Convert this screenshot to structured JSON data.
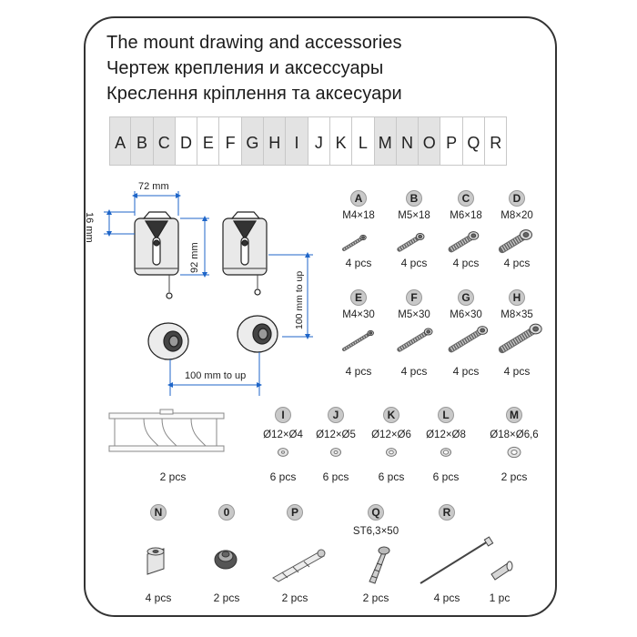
{
  "titles": [
    "The mount drawing and accessories",
    "Чертеж крепления и аксессуары",
    "Креслення кріплення та аксесуари"
  ],
  "letters": [
    {
      "t": "A",
      "s": true
    },
    {
      "t": "B",
      "s": true
    },
    {
      "t": "C",
      "s": true
    },
    {
      "t": "D",
      "s": false
    },
    {
      "t": "E",
      "s": false
    },
    {
      "t": "F",
      "s": false
    },
    {
      "t": "G",
      "s": true
    },
    {
      "t": "H",
      "s": true
    },
    {
      "t": "I",
      "s": true
    },
    {
      "t": "J",
      "s": false
    },
    {
      "t": "K",
      "s": false
    },
    {
      "t": "L",
      "s": false
    },
    {
      "t": "M",
      "s": true
    },
    {
      "t": "N",
      "s": true
    },
    {
      "t": "O",
      "s": true
    },
    {
      "t": "P",
      "s": false
    },
    {
      "t": "Q",
      "s": false
    },
    {
      "t": "R",
      "s": false
    }
  ],
  "drawing": {
    "width_label": "72 mm",
    "depth_label": "16 mm",
    "height_label": "92 mm",
    "vertical_spacing_label": "100 mm to up",
    "horizontal_spacing_label": "100 mm to up"
  },
  "screws": [
    {
      "id": "A",
      "size": "M4×18",
      "qty": "4 pcs"
    },
    {
      "id": "B",
      "size": "M5×18",
      "qty": "4 pcs"
    },
    {
      "id": "C",
      "size": "M6×18",
      "qty": "4 pcs"
    },
    {
      "id": "D",
      "size": "M8×20",
      "qty": "4 pcs"
    },
    {
      "id": "E",
      "size": "M4×30",
      "qty": "4 pcs"
    },
    {
      "id": "F",
      "size": "M5×30",
      "qty": "4 pcs"
    },
    {
      "id": "G",
      "size": "M6×30",
      "qty": "4 pcs"
    },
    {
      "id": "H",
      "size": "M8×35",
      "qty": "4 pcs"
    }
  ],
  "rail": {
    "qty": "2 pcs"
  },
  "washers": [
    {
      "id": "I",
      "size": "Ø12×Ø4",
      "qty": "6 pcs"
    },
    {
      "id": "J",
      "size": "Ø12×Ø5",
      "qty": "6 pcs"
    },
    {
      "id": "K",
      "size": "Ø12×Ø6",
      "qty": "6 pcs"
    },
    {
      "id": "L",
      "size": "Ø12×Ø8",
      "qty": "6 pcs"
    },
    {
      "id": "M",
      "size": "Ø18×Ø6,6",
      "qty": "2 pcs"
    }
  ],
  "bottom": [
    {
      "id": "N",
      "size": "",
      "qty": "4 pcs"
    },
    {
      "id": "0",
      "size": "",
      "qty": "2 pcs"
    },
    {
      "id": "P",
      "size": "",
      "qty": "2 pcs"
    },
    {
      "id": "Q",
      "size": "ST6,3×50",
      "qty": "2 pcs"
    },
    {
      "id": "R",
      "size": "",
      "qty": "4 pcs"
    },
    {
      "id": "",
      "size": "",
      "qty": "1 pc"
    }
  ]
}
